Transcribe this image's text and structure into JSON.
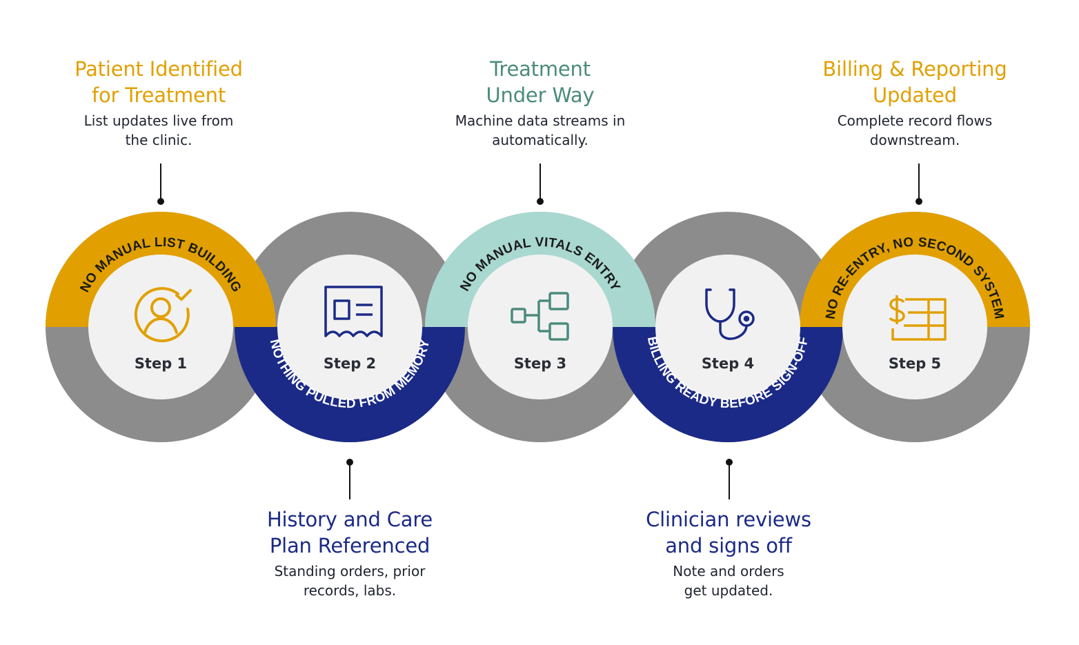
{
  "colors": {
    "gold": "#e1a000",
    "navy": "#1b2a86",
    "mint": "#a9d8d0",
    "teal": "#4b8b7c",
    "gray": "#8c8c8c",
    "inner": "#f1f1f1"
  },
  "steps": [
    {
      "label": "Step 1",
      "icon": "user-check-icon",
      "arc_text": "NO MANUAL LIST BUILDING",
      "title": "Patient Identified\nfor Treatment",
      "desc": "List updates live from\nthe clinic."
    },
    {
      "label": "Step 2",
      "icon": "document-receipt-icon",
      "arc_text": "NOTHING PULLED FROM MEMORY",
      "title": "History and Care\nPlan Referenced",
      "desc": "Standing orders, prior\nrecords, labs."
    },
    {
      "label": "Step 3",
      "icon": "workflow-nodes-icon",
      "arc_text": "NO MANUAL VITALS ENTRY",
      "title": "Treatment\nUnder Way",
      "desc": "Machine data streams in\nautomatically."
    },
    {
      "label": "Step 4",
      "icon": "stethoscope-icon",
      "arc_text": "BILLING READY BEFORE SIGN-OFF",
      "title": "Clinician reviews\nand signs off",
      "desc": "Note and orders\nget updated."
    },
    {
      "label": "Step 5",
      "icon": "billing-table-icon",
      "arc_text": "NO RE-ENTRY, NO SECOND SYSTEM",
      "title": "Billing & Reporting\nUpdated",
      "desc": "Complete record flows\ndownstream."
    }
  ]
}
